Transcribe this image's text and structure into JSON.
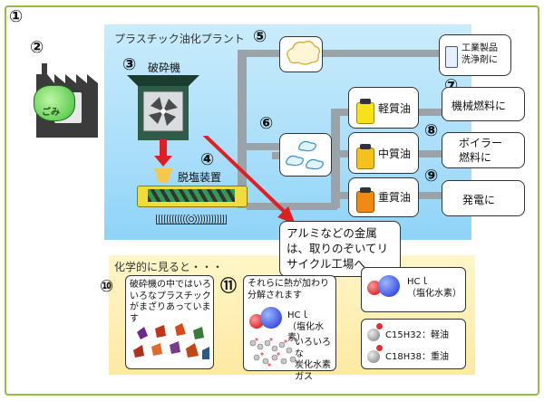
{
  "numbers": {
    "n1": "①",
    "n2": "②",
    "n3": "③",
    "n4": "④",
    "n5": "⑤",
    "n6": "⑥",
    "n7": "⑦",
    "n8": "⑧",
    "n9": "⑨",
    "n10": "⑩",
    "n11": "⑪"
  },
  "factory": {
    "bag_label": "ごみ"
  },
  "plant": {
    "title": "プラスチック油化プラント",
    "crusher": "破砕機",
    "dechlorinator": "脱塩装置",
    "light_oil": "軽質油",
    "medium_oil": "中質油",
    "heavy_oil": "重質油"
  },
  "outputs": {
    "industrial": "工業製品\n洗浄剤に",
    "machine_fuel": "機械燃料に",
    "boiler_fuel": "ボイラー\n燃料に",
    "power": "発電に"
  },
  "callout": "アルミなどの金属は、取りのぞいてリサイクル工場へ",
  "chemistry": {
    "title": "化学的に見ると・・・",
    "box10": "破砕機の中ではいろいろなプラスチックがまざりあっています",
    "box11_top": "それらに熱が加わり分解されます",
    "box11_hcl": "HCｌ\n（塩化水素）",
    "box11_gas": "いろいろな\n炭化水素\nガス",
    "hcl_box": "HCｌ\n（塩化水素）",
    "c15": "C15H32：軽油",
    "c18": "C18H38：重油"
  },
  "colors": {
    "frame": "#8fbf3b",
    "plant_bg": "#a9defa",
    "chem_bg": "#fde9a2",
    "pipe": "#9aa3a8",
    "red_arrow": "#e02020",
    "jar_light": "#f5e21a",
    "jar_medium": "#f3c21c",
    "jar_heavy": "#f08a12"
  }
}
